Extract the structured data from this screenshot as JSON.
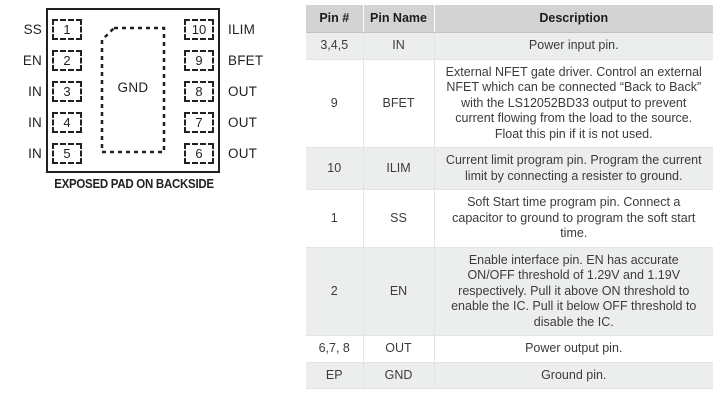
{
  "diagram": {
    "gnd_pad_label": "GND",
    "footer_note": "EXPOSED PAD ON BACKSIDE",
    "left_pins": [
      {
        "number": "1",
        "label": "SS"
      },
      {
        "number": "2",
        "label": "EN"
      },
      {
        "number": "3",
        "label": "IN"
      },
      {
        "number": "4",
        "label": "IN"
      },
      {
        "number": "5",
        "label": "IN"
      }
    ],
    "right_pins": [
      {
        "number": "10",
        "label": "ILIM"
      },
      {
        "number": "9",
        "label": "BFET"
      },
      {
        "number": "8",
        "label": "OUT"
      },
      {
        "number": "7",
        "label": "OUT"
      },
      {
        "number": "6",
        "label": "OUT"
      }
    ]
  },
  "table": {
    "headers": [
      "Pin #",
      "Pin Name",
      "Description"
    ],
    "rows": [
      {
        "pin": "3,4,5",
        "name": "IN",
        "description": "Power input pin."
      },
      {
        "pin": "9",
        "name": "BFET",
        "description": "External NFET gate driver. Control an external NFET which can be connected “Back to Back” with the LS12052BD33 output to prevent current flowing from the load to the source. Float this pin if it is not used."
      },
      {
        "pin": "10",
        "name": "ILIM",
        "description": "Current limit program pin. Program the current limit by connecting a resister to ground."
      },
      {
        "pin": "1",
        "name": "SS",
        "description": "Soft Start time program pin. Connect a capacitor to ground to program the soft start time."
      },
      {
        "pin": "2",
        "name": "EN",
        "description": "Enable interface pin. EN has accurate ON/OFF threshold of 1.29V and 1.19V respectively. Pull it above ON threshold to enable the IC. Pull it below OFF threshold to disable the IC."
      },
      {
        "pin": "6,7, 8",
        "name": "OUT",
        "description": "Power output pin."
      },
      {
        "pin": "EP",
        "name": "GND",
        "description": "Ground pin."
      }
    ]
  },
  "colors": {
    "ink": "#231f20",
    "header_bg": "#d3d3d3",
    "row_stripe_bg": "#eceeee",
    "row_plain_bg": "#ffffff",
    "grid_line": "#e3e5e5"
  }
}
